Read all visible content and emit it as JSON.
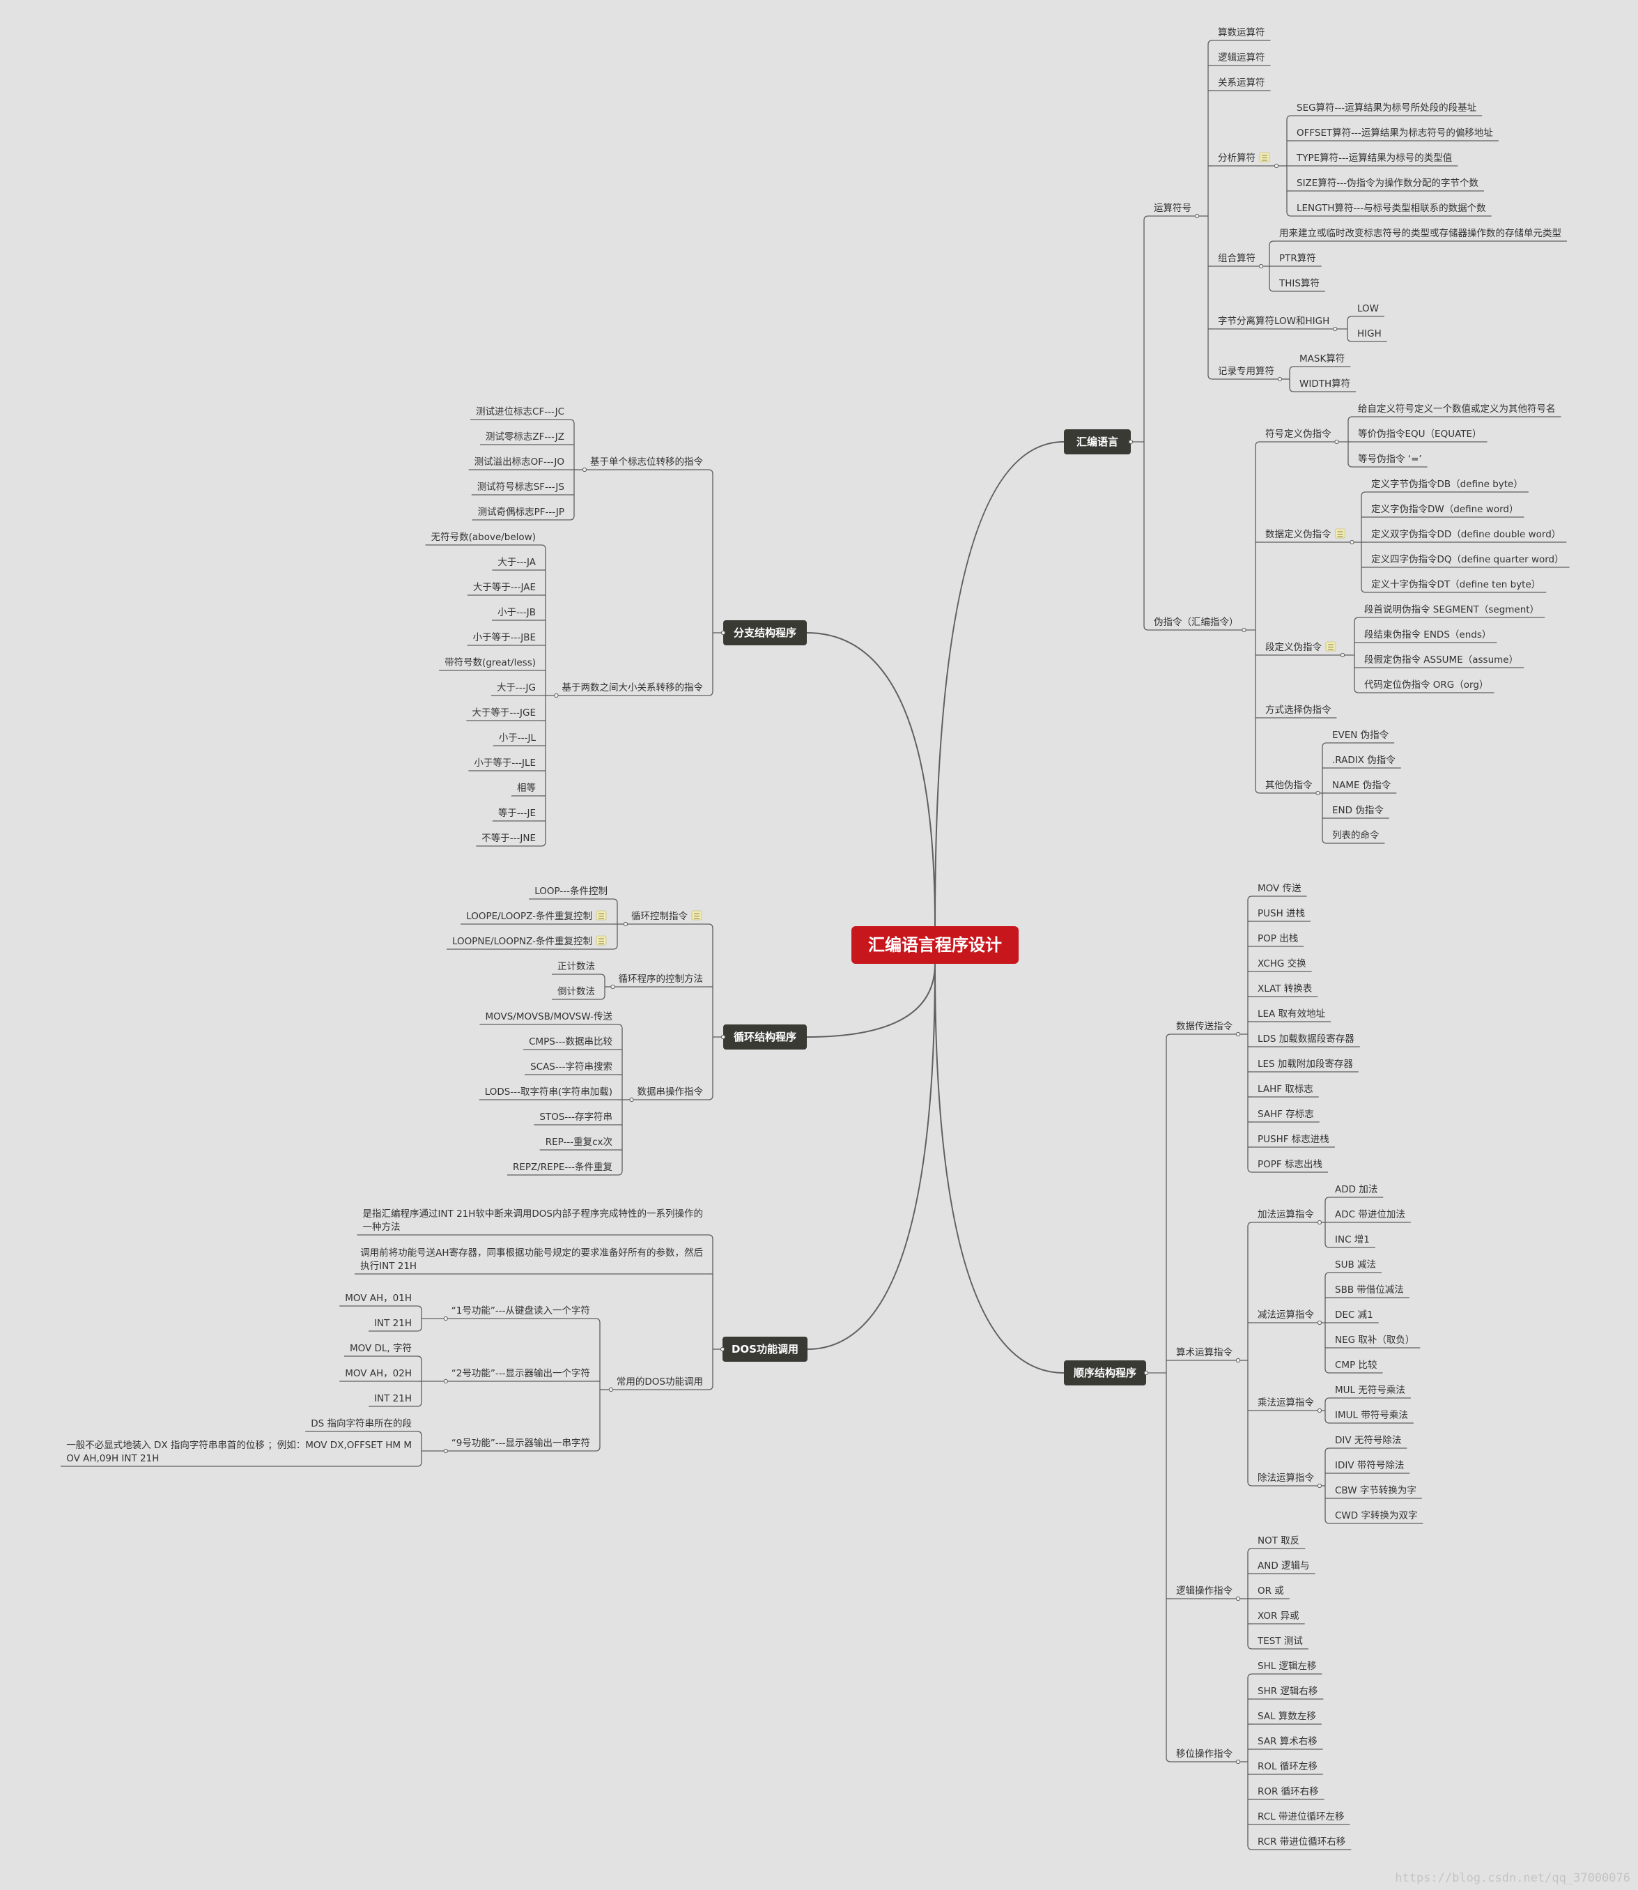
{
  "root": "汇编语言程序设计",
  "watermark": "https://blog.csdn.net/qq_37000076",
  "colors": {
    "background": "#e2e2e2",
    "root_fill": "#c8161d",
    "main_fill": "#3a3a35",
    "line": "#5f5f5f",
    "note_badge": "#f1ecb6"
  },
  "branches": [
    {
      "label": "汇编语言",
      "children": [
        {
          "label": "运算符号",
          "children": [
            {
              "label": "算数运算符"
            },
            {
              "label": "逻辑运算符"
            },
            {
              "label": "关系运算符"
            },
            {
              "label": "分析算符",
              "note": true,
              "children": [
                {
                  "label": "SEG算符---运算结果为标号所处段的段基址"
                },
                {
                  "label": "OFFSET算符---运算结果为标志符号的偏移地址"
                },
                {
                  "label": "TYPE算符---运算结果为标号的类型值"
                },
                {
                  "label": "SIZE算符---伪指令为操作数分配的字节个数"
                },
                {
                  "label": "LENGTH算符---与标号类型相联系的数据个数"
                }
              ]
            },
            {
              "label": "组合算符",
              "children": [
                {
                  "label": "用来建立或临时改变标志符号的类型或存储器操作数的存储单元类型"
                },
                {
                  "label": "PTR算符"
                },
                {
                  "label": "THIS算符"
                }
              ]
            },
            {
              "label": "字节分离算符LOW和HIGH",
              "children": [
                {
                  "label": "LOW"
                },
                {
                  "label": "HIGH"
                }
              ]
            },
            {
              "label": "记录专用算符",
              "children": [
                {
                  "label": "MASK算符"
                },
                {
                  "label": "WIDTH算符"
                }
              ]
            }
          ]
        },
        {
          "label": "伪指令（汇编指令）",
          "children": [
            {
              "label": "符号定义伪指令",
              "children": [
                {
                  "label": "给自定义符号定义一个数值或定义为其他符号名"
                },
                {
                  "label": "等价伪指令EQU（EQUATE）"
                },
                {
                  "label": "等号伪指令 ‘=’"
                }
              ]
            },
            {
              "label": "数据定义伪指令",
              "note": true,
              "children": [
                {
                  "label": "定义字节伪指令DB（define byte）"
                },
                {
                  "label": "定义字伪指令DW（define word）"
                },
                {
                  "label": "定义双字伪指令DD（define double word）"
                },
                {
                  "label": "定义四字伪指令DQ（define quarter word）"
                },
                {
                  "label": "定义十字伪指令DT（define ten byte）"
                }
              ]
            },
            {
              "label": "段定义伪指令",
              "note": true,
              "children": [
                {
                  "label": "段首说明伪指令 SEGMENT（segment）"
                },
                {
                  "label": "段结束伪指令 ENDS（ends）"
                },
                {
                  "label": "段假定伪指令 ASSUME（assume）"
                },
                {
                  "label": "代码定位伪指令 ORG（org）"
                }
              ]
            },
            {
              "label": "方式选择伪指令"
            },
            {
              "label": "其他伪指令",
              "children": [
                {
                  "label": "EVEN 伪指令"
                },
                {
                  "label": ".RADIX 伪指令"
                },
                {
                  "label": "NAME 伪指令"
                },
                {
                  "label": "END 伪指令"
                },
                {
                  "label": "列表的命令"
                }
              ]
            }
          ]
        }
      ]
    },
    {
      "label": "顺序结构程序",
      "children": [
        {
          "label": "数据传送指令",
          "children": [
            {
              "label": "MOV   传送"
            },
            {
              "label": "PUSH   进栈"
            },
            {
              "label": "POP    出栈"
            },
            {
              "label": "XCHG    交换"
            },
            {
              "label": "XLAT    转换表"
            },
            {
              "label": "LEA    取有效地址"
            },
            {
              "label": "LDS    加载数据段寄存器"
            },
            {
              "label": "LES    加载附加段寄存器"
            },
            {
              "label": "LAHF    取标志"
            },
            {
              "label": "SAHF    存标志"
            },
            {
              "label": "PUSHF    标志进栈"
            },
            {
              "label": "POPF    标志出栈"
            }
          ]
        },
        {
          "label": "算术运算指令",
          "children": [
            {
              "label": "加法运算指令",
              "children": [
                {
                  "label": "ADD    加法"
                },
                {
                  "label": "ADC    带进位加法"
                },
                {
                  "label": "INC    增1"
                }
              ]
            },
            {
              "label": "减法运算指令",
              "children": [
                {
                  "label": "SUB    减法"
                },
                {
                  "label": "SBB    带借位减法"
                },
                {
                  "label": "DEC    减1"
                },
                {
                  "label": "NEG    取补（取负）"
                },
                {
                  "label": "CMP    比较"
                }
              ]
            },
            {
              "label": "乘法运算指令",
              "children": [
                {
                  "label": "MUL    无符号乘法"
                },
                {
                  "label": "IMUL    带符号乘法"
                }
              ]
            },
            {
              "label": "除法运算指令",
              "children": [
                {
                  "label": "DIV    无符号除法"
                },
                {
                  "label": "IDIV    带符号除法"
                },
                {
                  "label": "CBW    字节转换为字"
                },
                {
                  "label": "CWD    字转换为双字"
                }
              ]
            }
          ]
        },
        {
          "label": "逻辑操作指令",
          "children": [
            {
              "label": "NOT    取反"
            },
            {
              "label": "AND    逻辑与"
            },
            {
              "label": "OR    或"
            },
            {
              "label": "XOR    异或"
            },
            {
              "label": "TEST    测试"
            }
          ]
        },
        {
          "label": "移位操作指令",
          "children": [
            {
              "label": "SHL    逻辑左移"
            },
            {
              "label": "SHR    逻辑右移"
            },
            {
              "label": "SAL    算数左移"
            },
            {
              "label": "SAR    算术右移"
            },
            {
              "label": "ROL    循环左移"
            },
            {
              "label": "ROR    循环右移"
            },
            {
              "label": "RCL    带进位循环左移"
            },
            {
              "label": "RCR    带进位循环右移"
            }
          ]
        }
      ]
    },
    {
      "label": "分支结构程序",
      "children": [
        {
          "label": "基于单个标志位转移的指令",
          "children": [
            {
              "label": "测试进位标志CF---JC"
            },
            {
              "label": "测试零标志ZF---JZ"
            },
            {
              "label": "测试溢出标志OF---JO"
            },
            {
              "label": "测试符号标志SF---JS"
            },
            {
              "label": "测试奇偶标志PF---JP"
            }
          ]
        },
        {
          "label": "基于两数之间大小关系转移的指令",
          "children": [
            {
              "label": "无符号数(above/below)"
            },
            {
              "label": "大于---JA"
            },
            {
              "label": "大于等于---JAE"
            },
            {
              "label": "小于---JB"
            },
            {
              "label": "小于等于---JBE"
            },
            {
              "label": "带符号数(great/less)"
            },
            {
              "label": "大于---JG"
            },
            {
              "label": "大于等于---JGE"
            },
            {
              "label": "小于---JL"
            },
            {
              "label": "小于等于---JLE"
            },
            {
              "label": "相等"
            },
            {
              "label": "等于---JE"
            },
            {
              "label": "不等于---JNE"
            }
          ]
        }
      ]
    },
    {
      "label": "循环结构程序",
      "children": [
        {
          "label": "循环控制指令",
          "note": true,
          "children": [
            {
              "label": "LOOP---条件控制"
            },
            {
              "label": "LOOPE/LOOPZ-条件重复控制",
              "note": true
            },
            {
              "label": "LOOPNE/LOOPNZ-条件重复控制",
              "note": true
            }
          ]
        },
        {
          "label": "循环程序的控制方法",
          "children": [
            {
              "label": "正计数法"
            },
            {
              "label": "倒计数法"
            }
          ]
        },
        {
          "label": "数据串操作指令",
          "children": [
            {
              "label": "MOVS/MOVSB/MOVSW-传送"
            },
            {
              "label": "CMPS---数据串比较"
            },
            {
              "label": "SCAS---字符串搜索"
            },
            {
              "label": "LODS---取字符串(字符串加载)"
            },
            {
              "label": "STOS---存字符串"
            },
            {
              "label": "REP---重复cx次"
            },
            {
              "label": "REPZ/REPE---条件重复"
            }
          ]
        }
      ]
    },
    {
      "label": "DOS功能调用",
      "children": [
        {
          "label": "是指汇编程序通过INT 21H软中断来调用DOS内部子程序完成特性的一系列操作的一种方法"
        },
        {
          "label": "调用前将功能号送AH寄存器，同事根据功能号规定的要求准备好所有的参数，然后执行INT 21H"
        },
        {
          "label": "常用的DOS功能调用",
          "children": [
            {
              "label": "“1号功能”---从键盘读入一个字符",
              "children": [
                {
                  "label": "MOV   AH，01H"
                },
                {
                  "label": "INT   21H"
                }
              ]
            },
            {
              "label": "“2号功能”---显示器输出一个字符",
              "children": [
                {
                  "label": "MOV   DL, 字符"
                },
                {
                  "label": "MOV   AH，02H"
                },
                {
                  "label": "INT   21H"
                }
              ]
            },
            {
              "label": "“9号功能”---显示器输出一串字符",
              "children": [
                {
                  "label": "DS   指向字符串所在的段"
                },
                {
                  "label": "一般不必显式地装入 DX   指向字符串串首的位移 ；例如：MOV DX,OFFSET HM MOV AH,09H INT 21H"
                }
              ]
            }
          ]
        }
      ]
    }
  ]
}
